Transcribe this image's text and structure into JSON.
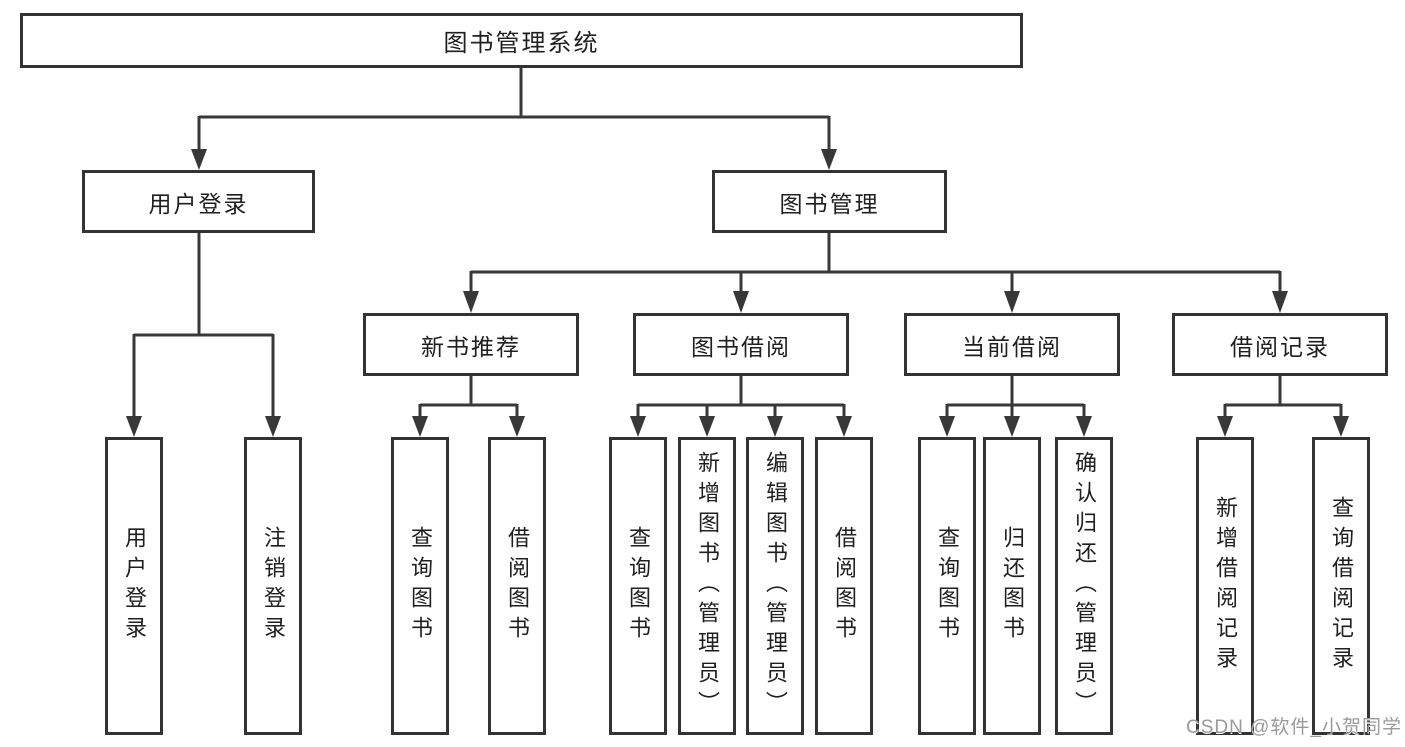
{
  "diagram": {
    "root": {
      "label": "图书管理系统"
    },
    "level2": [
      {
        "label": "用户登录",
        "parent": "图书管理系统"
      },
      {
        "label": "图书管理",
        "parent": "图书管理系统"
      }
    ],
    "level3": [
      {
        "label": "新书推荐",
        "parent": "图书管理"
      },
      {
        "label": "图书借阅",
        "parent": "图书管理"
      },
      {
        "label": "当前借阅",
        "parent": "图书管理"
      },
      {
        "label": "借阅记录",
        "parent": "图书管理"
      }
    ],
    "leaves": [
      {
        "label": "用户登录",
        "parent": "用户登录"
      },
      {
        "label": "注销登录",
        "parent": "用户登录"
      },
      {
        "label": "查询图书",
        "parent": "新书推荐"
      },
      {
        "label": "借阅图书",
        "parent": "新书推荐"
      },
      {
        "label": "查询图书",
        "parent": "图书借阅"
      },
      {
        "label": "新增图书（管理员）",
        "parent": "图书借阅"
      },
      {
        "label": "编辑图书（管理员）",
        "parent": "图书借阅"
      },
      {
        "label": "借阅图书",
        "parent": "图书借阅"
      },
      {
        "label": "查询图书",
        "parent": "当前借阅"
      },
      {
        "label": "归还图书",
        "parent": "当前借阅"
      },
      {
        "label": "确认归还（管理员）",
        "parent": "当前借阅"
      },
      {
        "label": "新增借阅记录",
        "parent": "借阅记录"
      },
      {
        "label": "查询借阅记录",
        "parent": "借阅记录"
      }
    ],
    "colors": {
      "line": "#383838",
      "border": "#333333",
      "text": "#1f1f1f",
      "background": "#ffffff"
    }
  },
  "watermark": {
    "text": "CSDN @软件_小贺同学",
    "color": "#9a9a9a"
  }
}
